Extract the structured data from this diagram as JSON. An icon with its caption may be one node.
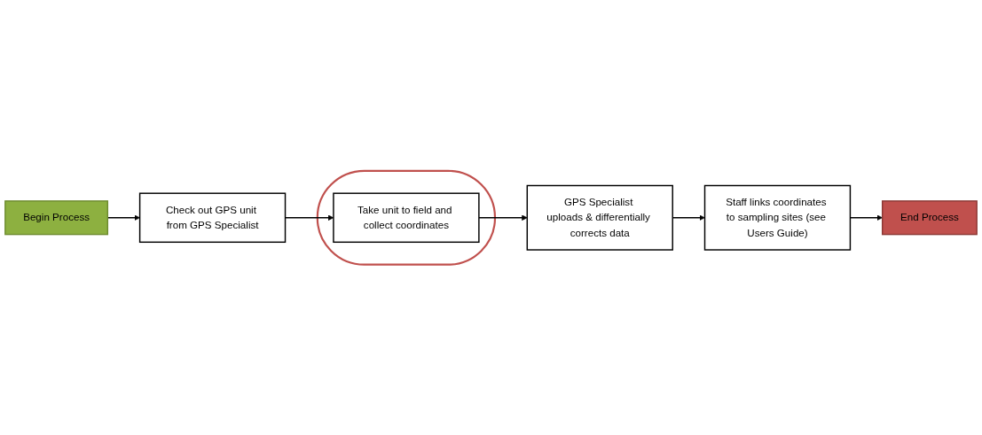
{
  "diagram": {
    "nodes": [
      {
        "text": [
          "Begin Process"
        ]
      },
      {
        "text": [
          "Check out GPS unit from GPS Specialist"
        ]
      },
      {
        "text": [],
        "shape": "ellipse"
      },
      {
        "text": [
          "Take unit to field and collect coordinates"
        ],
        "in": 2
      },
      {
        "text": [
          "GPS Specialist uploads & differentially corrects data"
        ]
      },
      {
        "text": [
          "Staff links coordinates to sampling sites (see Users Guide)"
        ]
      },
      {
        "text": [
          "End Process"
        ]
      }
    ],
    "edges": [
      {
        "from": 0,
        "to": 1,
        "arrow": "to"
      },
      {
        "from": 1,
        "to": 3,
        "arrow": "to"
      },
      {
        "from": 3,
        "to": 4,
        "arrow": "to"
      },
      {
        "from": 4,
        "to": 5,
        "arrow": "to"
      },
      {
        "from": 5,
        "to": 6,
        "arrow": "to"
      }
    ]
  }
}
